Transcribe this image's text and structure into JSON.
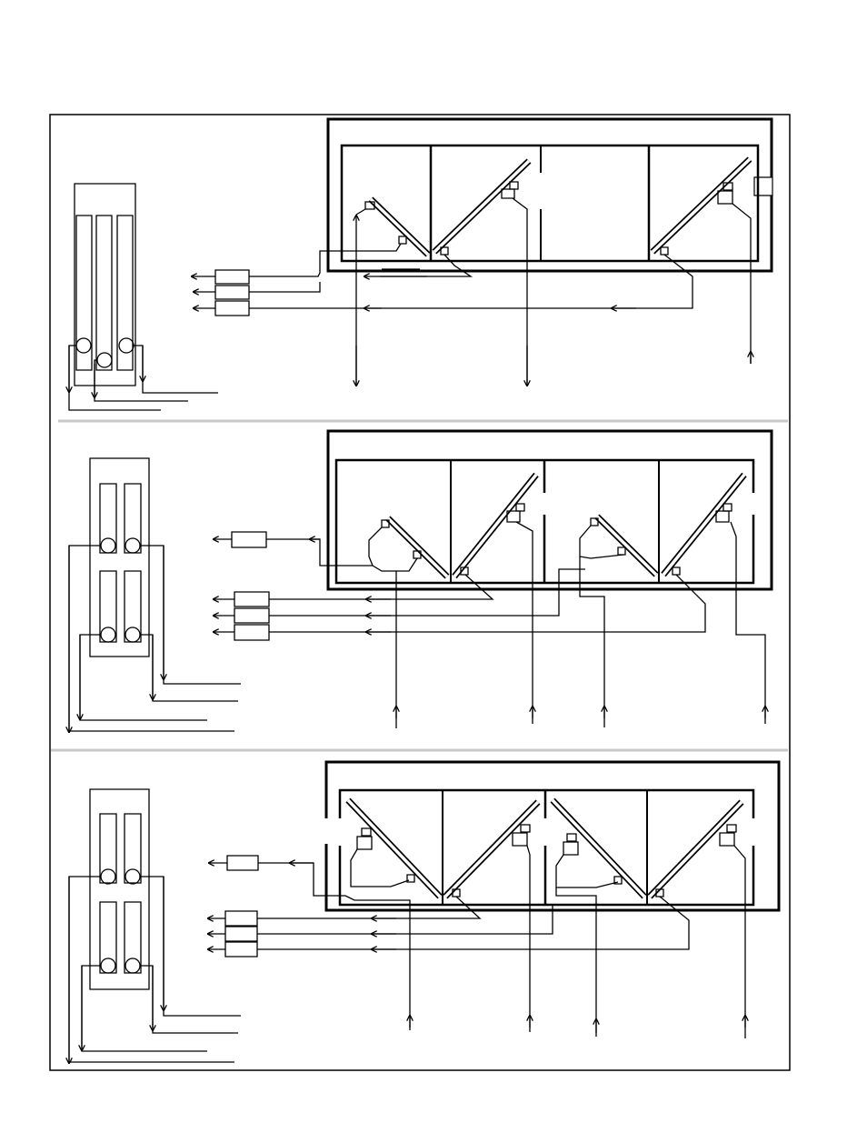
{
  "diagram": {
    "panels": [
      {
        "id": "panel-1",
        "damper_groups": 2,
        "flow_tubes": 3,
        "elements": 3,
        "plenum_sections": 4,
        "damper_blades": 3
      },
      {
        "id": "panel-2",
        "damper_groups": 2,
        "flow_tubes": 4,
        "elements": 4,
        "plenum_sections": 4,
        "damper_blades": 4
      },
      {
        "id": "panel-3",
        "damper_groups": 2,
        "flow_tubes": 4,
        "elements": 4,
        "plenum_sections": 4,
        "damper_blades": 4
      }
    ],
    "colors": {
      "line": "#000000",
      "divider": "#c8c8c8",
      "background": "#ffffff"
    }
  }
}
